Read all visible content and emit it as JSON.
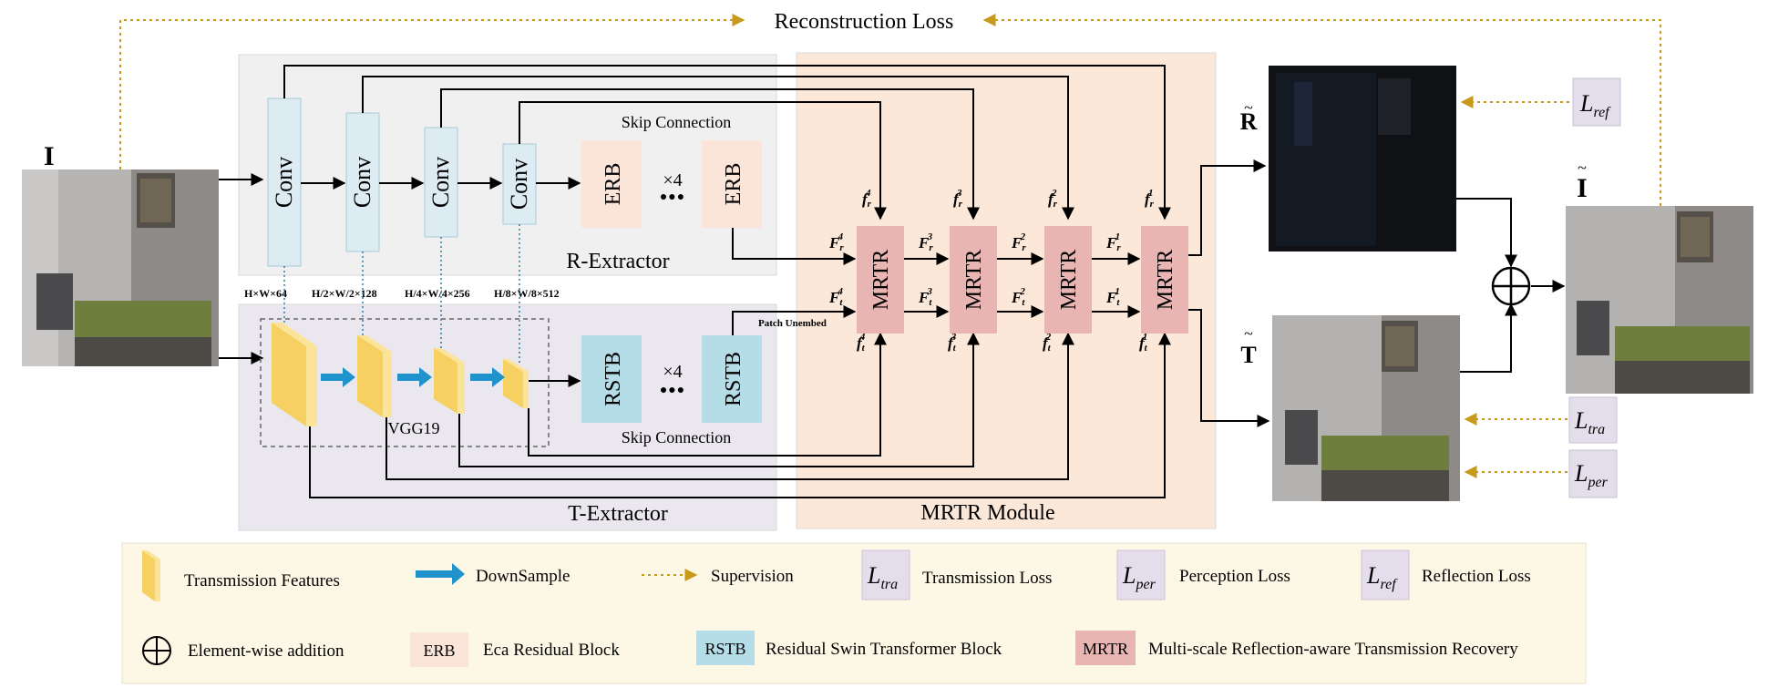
{
  "top": {
    "reconstruction_loss": "Reconstruction Loss"
  },
  "input": {
    "label": "I"
  },
  "outputs": {
    "r_label": "R",
    "t_label": "T",
    "i_label": "I",
    "tilde": "~"
  },
  "r_extractor": {
    "title": "R-Extractor",
    "convs": [
      "Conv",
      "Conv",
      "Conv",
      "Conv"
    ],
    "erb": [
      "ERB",
      "ERB"
    ],
    "times4": "×4",
    "dots": "●●●",
    "skip": "Skip Connection"
  },
  "dims": [
    "H×W×64",
    "H/2×W/2×128",
    "H/4×W/4×256",
    "H/8×W/8×512"
  ],
  "t_extractor": {
    "title": "T-Extractor",
    "vgg": "VGG19",
    "rstb": [
      "RSTB",
      "RSTB"
    ],
    "times4": "×4",
    "dots": "●●●",
    "skip": "Skip Connection",
    "patch_unembed": "Patch Unembed"
  },
  "mrtr_module": {
    "title": "MRTR Module",
    "blocks": [
      "MRTR",
      "MRTR",
      "MRTR",
      "MRTR"
    ],
    "f_r_small": [
      "4",
      "3",
      "2",
      "1"
    ],
    "F_r": [
      "4",
      "3",
      "2",
      "1"
    ],
    "F_t": [
      "4",
      "3",
      "2",
      "1"
    ],
    "f_t_small": [
      "4",
      "3",
      "2",
      "1"
    ],
    "f_base": "f",
    "F_base": "F",
    "sub_r": "r",
    "sub_t": "t"
  },
  "losses": [
    {
      "base": "L",
      "sub": "ref"
    },
    {
      "base": "L",
      "sub": "tra"
    },
    {
      "base": "L",
      "sub": "per"
    }
  ],
  "legend": {
    "transmission_features": "Transmission Features",
    "downsample": "DownSample",
    "supervision": "Supervision",
    "l_tra_sub": "tra",
    "l_tra_text": "Transmission Loss",
    "l_per_sub": "per",
    "l_per_text": "Perception Loss",
    "l_ref_sub": "ref",
    "l_ref_text": "Reflection Loss",
    "l_base": "L",
    "element_wise": "Element-wise addition",
    "erb_tag": "ERB",
    "erb_text": "Eca Residual Block",
    "rstb_tag": "RSTB",
    "rstb_text": "Residual Swin Transformer Block",
    "mrtr_tag": "MRTR",
    "mrtr_text": "Multi-scale Reflection-aware Transmission Recovery"
  },
  "colors": {
    "conv": "#dcecf2",
    "erb": "#fbe5d8",
    "rstb": "#b5dde8",
    "mrtr": "#e8b5b2",
    "r_extractor_bg": "#f0f0f0",
    "t_extractor_bg": "#ebe7ef",
    "mrtr_module_bg": "#fce8d9",
    "legend_bg": "#fdf8e6",
    "supervision": "#c89a1c",
    "downsample": "#1e93cc",
    "loss_box": "#e4deec"
  }
}
